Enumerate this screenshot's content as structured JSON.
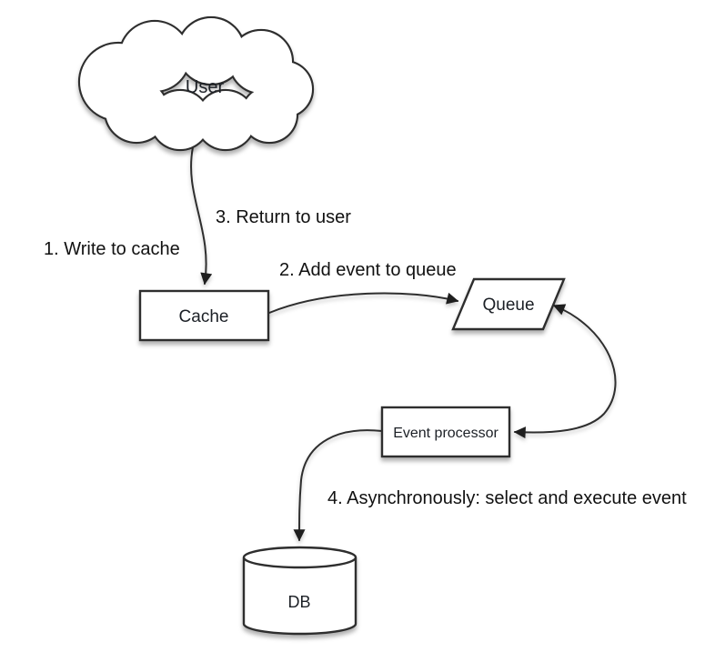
{
  "diagram": {
    "type": "flow-diagram",
    "colors": {
      "background": "#ffffff",
      "node_fill": "#ffffff",
      "stroke": "#2e2e2e",
      "text": "#111111"
    },
    "nodes": {
      "user": {
        "label": "User",
        "shape": "cloud"
      },
      "cache": {
        "label": "Cache",
        "shape": "rectangle"
      },
      "queue": {
        "label": "Queue",
        "shape": "parallelogram"
      },
      "event_processor": {
        "label": "Event processor",
        "shape": "rectangle"
      },
      "db": {
        "label": "DB",
        "shape": "cylinder"
      }
    },
    "edges": {
      "user_cache": {
        "from": "user",
        "to": "cache",
        "arrow": "single"
      },
      "cache_queue": {
        "from": "cache",
        "to": "queue",
        "arrow": "single"
      },
      "queue_event_processor": {
        "from": "queue",
        "to": "event_processor",
        "arrow": "double"
      },
      "event_processor_db": {
        "from": "event_processor",
        "to": "db",
        "arrow": "single"
      }
    },
    "labels": {
      "step1": "1. Write to cache",
      "step2": "2. Add event to queue",
      "step3": "3. Return to user",
      "step4": "4. Asynchronously: select and execute event"
    }
  }
}
